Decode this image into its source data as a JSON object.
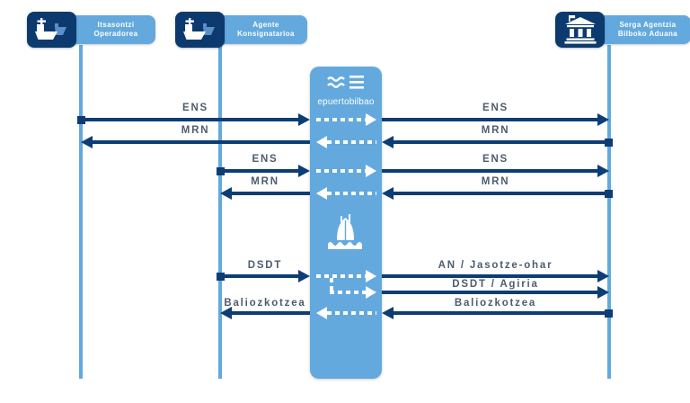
{
  "actors": [
    {
      "id": "operator",
      "line1": "Itsasontzi",
      "line2": "Operadorea",
      "icon": "ship-icon"
    },
    {
      "id": "agent",
      "line1": "Agente",
      "line2": "Konsignatarioa",
      "icon": "ship-icon"
    },
    {
      "id": "customs",
      "line1": "Serga Agentzia",
      "line2": "Bilboko Aduana",
      "icon": "customs-building-icon"
    }
  ],
  "hub": {
    "name": "epuertobilbao",
    "logo_icon": "waves-logo-icon",
    "center_icon": "ship-front-icon"
  },
  "messages": [
    {
      "label": "ENS",
      "from": "operator",
      "to": "hub",
      "row": 0
    },
    {
      "label": "ENS",
      "from": "hub",
      "to": "customs",
      "row": 0
    },
    {
      "label": "MRN",
      "from": "customs",
      "to": "hub",
      "row": 1
    },
    {
      "label": "MRN",
      "from": "hub",
      "to": "operator",
      "row": 1
    },
    {
      "label": "ENS",
      "from": "agent",
      "to": "hub",
      "row": 2
    },
    {
      "label": "ENS",
      "from": "hub",
      "to": "customs",
      "row": 2
    },
    {
      "label": "MRN",
      "from": "customs",
      "to": "hub",
      "row": 3
    },
    {
      "label": "MRN",
      "from": "hub",
      "to": "agent",
      "row": 3
    },
    {
      "label": "DSDT",
      "from": "agent",
      "to": "hub",
      "row": 4
    },
    {
      "label": "AN / Jasotze-ohar",
      "from": "hub",
      "to": "customs",
      "row": 4
    },
    {
      "label": "DSDT / Agiria",
      "from": "hub",
      "to": "customs",
      "row": 5
    },
    {
      "label": "Baliozkotzea",
      "from": "customs",
      "to": "hub",
      "row": 6
    },
    {
      "label": "Baliozkotzea",
      "from": "hub",
      "to": "agent",
      "row": 6
    }
  ],
  "hub_flows": [
    {
      "row": 0,
      "dir": "right"
    },
    {
      "row": 1,
      "dir": "left"
    },
    {
      "row": 2,
      "dir": "right"
    },
    {
      "row": 3,
      "dir": "left"
    },
    {
      "row": 4,
      "dir": "right",
      "branch_row": 5
    },
    {
      "row": 6,
      "dir": "left"
    }
  ],
  "colors": {
    "light_blue": "#63a9de",
    "navy": "#0c3a6e",
    "arrow": "#0d3d74",
    "label_text": "#4d5c6e",
    "background": "#ffffff"
  }
}
